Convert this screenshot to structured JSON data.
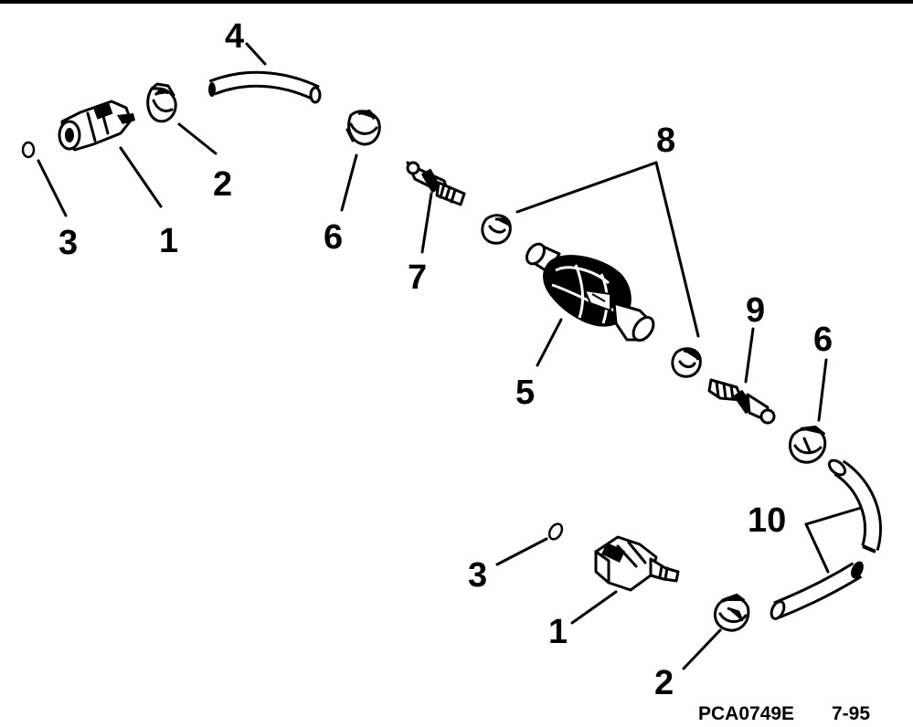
{
  "diagram": {
    "callouts": {
      "c1a": "1",
      "c1b": "1",
      "c2a": "2",
      "c2b": "2",
      "c3a": "3",
      "c3b": "3",
      "c4": "4",
      "c5": "5",
      "c6a": "6",
      "c6b": "6",
      "c7": "7",
      "c8": "8",
      "c9": "9",
      "c10": "10"
    },
    "part_code": "PCA0749E",
    "date_code": "7-95"
  }
}
